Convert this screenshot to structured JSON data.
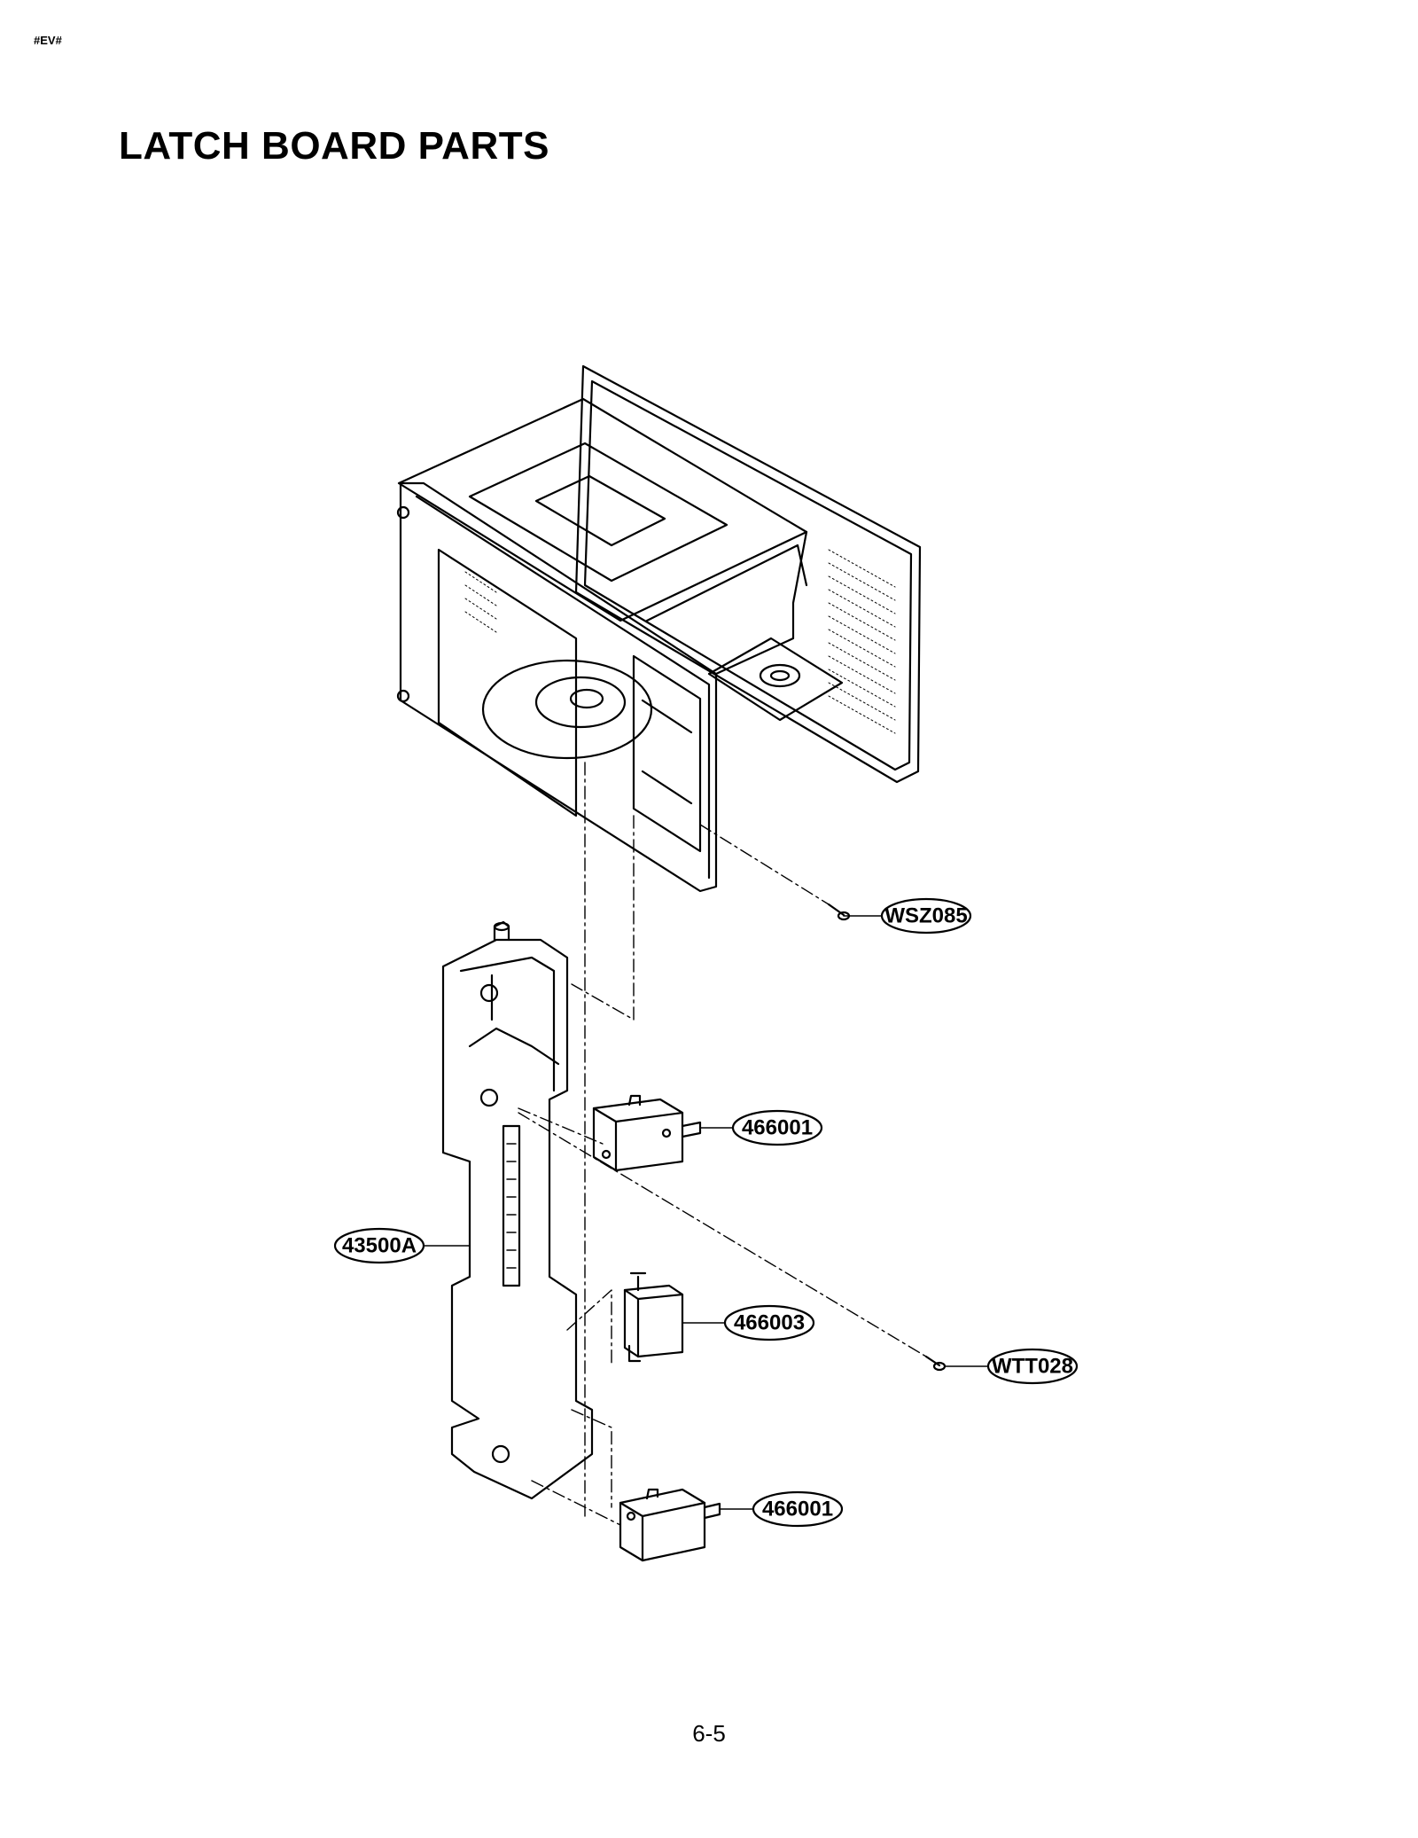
{
  "header": {
    "tag": "#EV#"
  },
  "page": {
    "title": "LATCH BOARD PARTS",
    "page_number": "6-5"
  },
  "callouts": [
    {
      "id": "wsz085",
      "label": "WSZ085"
    },
    {
      "id": "p466001_top",
      "label": "466001"
    },
    {
      "id": "p43500a",
      "label": "43500A"
    },
    {
      "id": "p466003",
      "label": "466003"
    },
    {
      "id": "wtt028",
      "label": "WTT028"
    },
    {
      "id": "p466001_bottom",
      "label": "466001"
    }
  ]
}
